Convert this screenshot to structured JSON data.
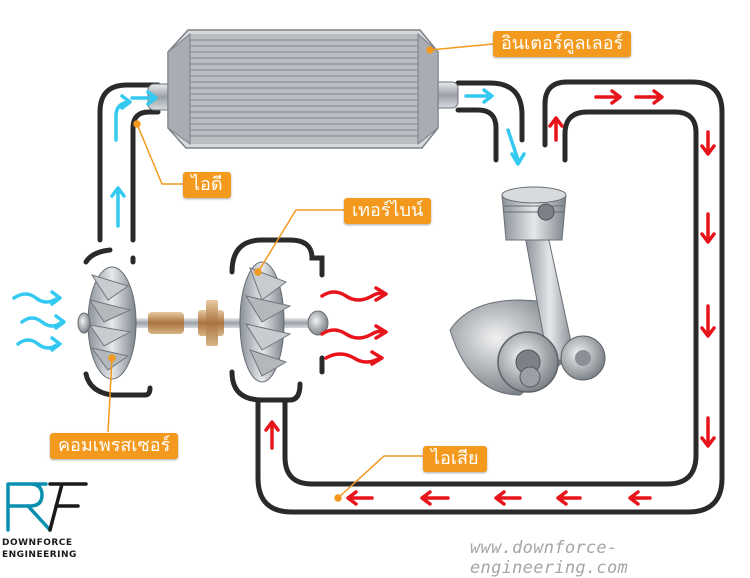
{
  "labels": {
    "intercooler": "อินเตอร์คูลเลอร์",
    "pipe": "ไอดี",
    "turbine": "เทอร์ไบน์",
    "compressor": "คอมเพรสเซอร์",
    "exhaust": "ไอเสีย"
  },
  "logo": {
    "line1": "DOWNFORCE",
    "line2": "ENGINEERING",
    "accent_color": "#0b8fb0"
  },
  "website": "www.downforce-engineering.com",
  "colors": {
    "label_bg": "#f39a1e",
    "intake_arrow": "#33c9f0",
    "exhaust_arrow": "#e8141b",
    "pipe": "#2a2a2a"
  }
}
